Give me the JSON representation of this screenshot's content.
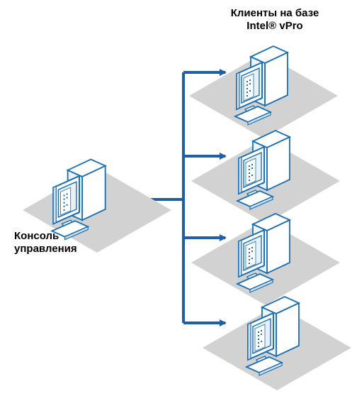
{
  "title_clients": {
    "line1": "Клиенты на базе",
    "line2": "Intel® vPro"
  },
  "label_console": {
    "line1": "Консоль",
    "line2": "управления"
  },
  "colors": {
    "line": "#1f5fa8",
    "pad": "#d2d2d2",
    "outline": "#1a6fb3",
    "body": "#ffffff",
    "screen": "#e9f1f8"
  },
  "nodes": [
    {
      "role": "console",
      "icon": "computer-icon"
    },
    {
      "role": "client",
      "icon": "computer-icon"
    },
    {
      "role": "client",
      "icon": "computer-icon"
    },
    {
      "role": "client",
      "icon": "computer-icon"
    },
    {
      "role": "client",
      "icon": "computer-icon"
    }
  ]
}
